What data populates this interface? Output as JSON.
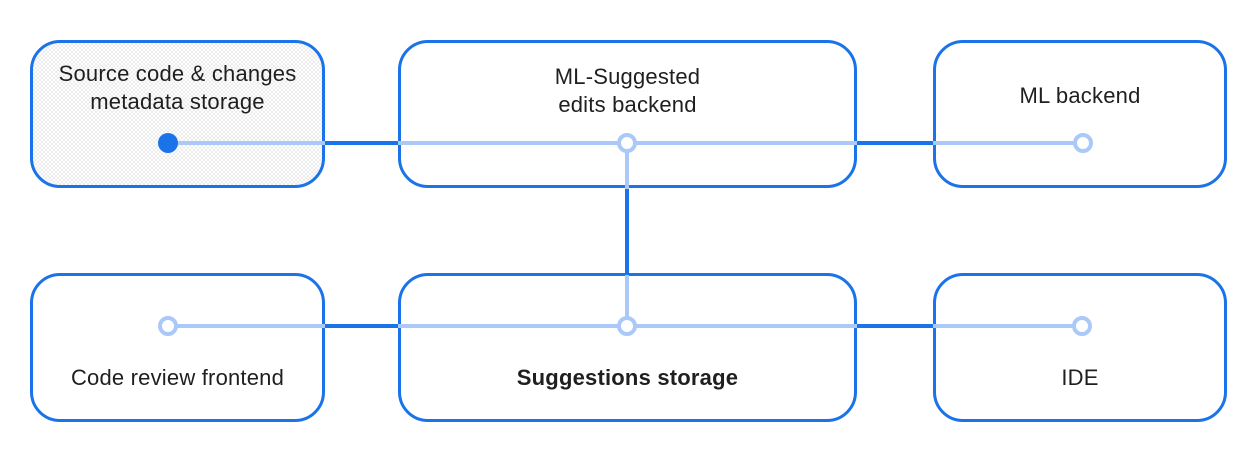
{
  "colors": {
    "node_border": "#1a73e8",
    "connector_strong": "#1a73e8",
    "connector_light": "#abc9f8",
    "endpoint_filled": "#1a73e8",
    "text_color": "#1f1f1f",
    "canvas_background": "#ffffff"
  },
  "diagram": {
    "nodes": [
      {
        "id": "source-code-metadata-storage",
        "label": "Source code & changes\nmetadata storage",
        "highlighted": true,
        "endpoint": "filled-dot"
      },
      {
        "id": "ml-suggested-edits-backend",
        "label": "ML-Suggested\nedits backend",
        "endpoint": "open-circle"
      },
      {
        "id": "ml-backend",
        "label": "ML backend",
        "endpoint": "open-circle"
      },
      {
        "id": "code-review-frontend",
        "label": "Code review frontend",
        "endpoint": "open-circle"
      },
      {
        "id": "suggestions-storage",
        "label": "Suggestions storage",
        "bold": true,
        "endpoint": "open-circle"
      },
      {
        "id": "ide",
        "label": "IDE",
        "endpoint": "open-circle"
      }
    ],
    "connections": [
      "source-code-metadata-storage - ml-suggested-edits-backend - ml-backend",
      "code-review-frontend - suggestions-storage - ide",
      "ml-suggested-edits-backend - suggestions-storage"
    ]
  }
}
